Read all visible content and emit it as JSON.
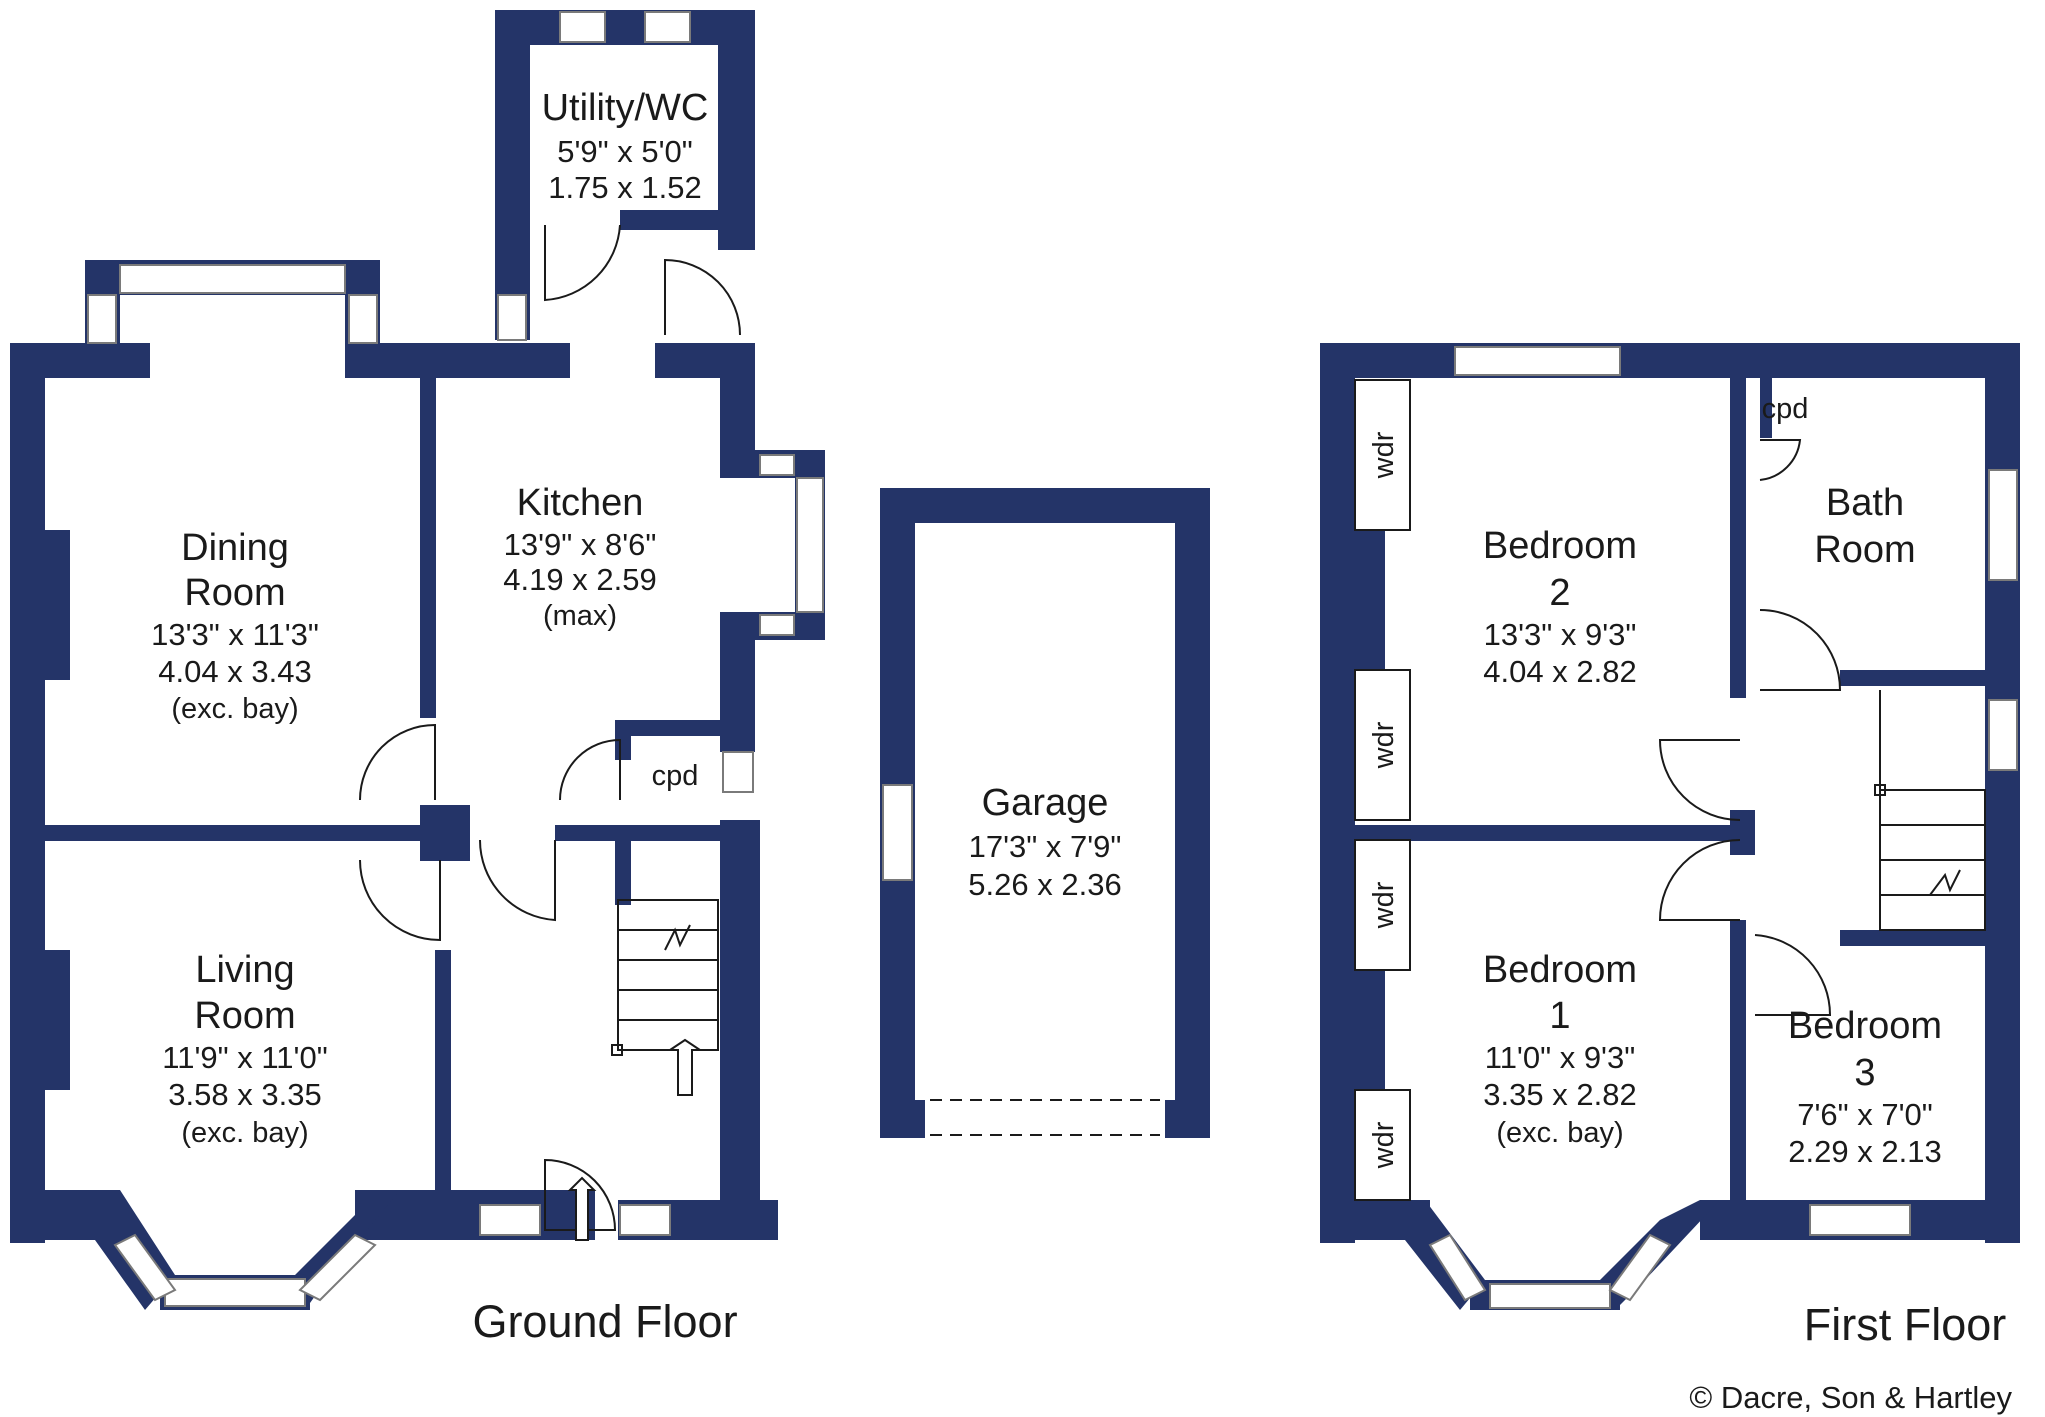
{
  "colors": {
    "wall": "#243468",
    "window_fill": "#ffffff",
    "window_line": "#7a7a7a",
    "text": "#1a1a1a"
  },
  "ground_floor": {
    "label": "Ground Floor",
    "rooms": {
      "utility": {
        "name_lines": [
          "Utility/WC"
        ],
        "dims_imperial": "5'9\"  x  5'0\"",
        "dims_metric": "1.75  x  1.52"
      },
      "kitchen": {
        "name_lines": [
          "Kitchen"
        ],
        "dims_imperial": "13'9\"  x  8'6\"",
        "dims_metric": "4.19  x  2.59",
        "note": "(max)"
      },
      "dining": {
        "name_lines": [
          "Dining",
          "Room"
        ],
        "dims_imperial": "13'3\"  x  11'3\"",
        "dims_metric": "4.04  x  3.43",
        "note": "(exc. bay)"
      },
      "living": {
        "name_lines": [
          "Living",
          "Room"
        ],
        "dims_imperial": "11'9\"  x  11'0\"",
        "dims_metric": "3.58  x  3.35",
        "note": "(exc. bay)"
      },
      "cupboard": {
        "name_lines": [
          "cpd"
        ]
      }
    }
  },
  "garage": {
    "name_lines": [
      "Garage"
    ],
    "dims_imperial": "17'3\"  x  7'9\"",
    "dims_metric": "5.26  x  2.36"
  },
  "first_floor": {
    "label": "First Floor",
    "rooms": {
      "bedroom2": {
        "name_lines": [
          "Bedroom",
          "2"
        ],
        "dims_imperial": "13'3\"  x  9'3\"",
        "dims_metric": "4.04  x  2.82"
      },
      "bathroom": {
        "name_lines": [
          "Bath",
          "Room"
        ]
      },
      "bedroom1": {
        "name_lines": [
          "Bedroom",
          "1"
        ],
        "dims_imperial": "11'0\"  x  9'3\"",
        "dims_metric": "3.35  x  2.82",
        "note": "(exc. bay)"
      },
      "bedroom3": {
        "name_lines": [
          "Bedroom",
          "3"
        ],
        "dims_imperial": "7'6\"  x  7'0\"",
        "dims_metric": "2.29  x  2.13"
      },
      "cupboard": {
        "name_lines": [
          "cpd"
        ]
      },
      "wardrobe_label": "wdr"
    }
  },
  "copyright": "© Dacre, Son & Hartley"
}
